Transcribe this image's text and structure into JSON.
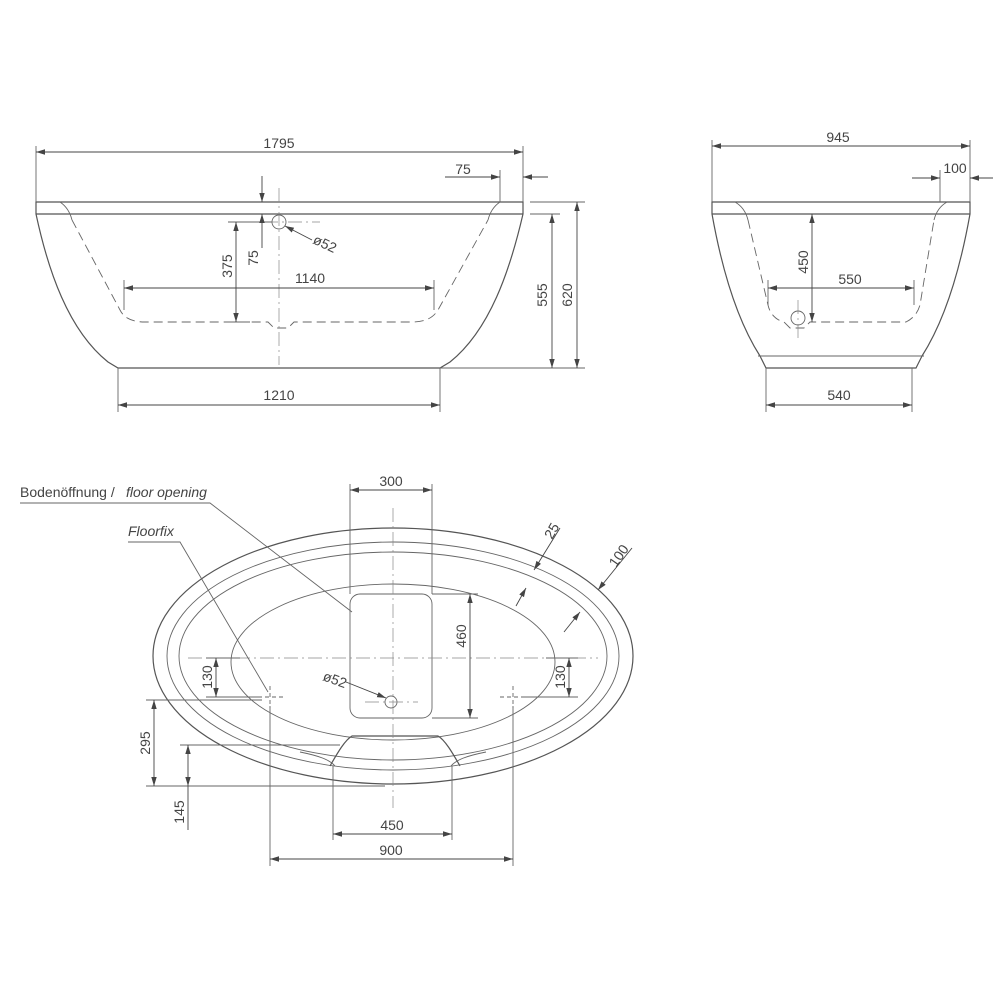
{
  "side_view": {
    "length_total": "1795",
    "rim_offset": "75",
    "drain_diameter": "ø52",
    "drain_height": "375",
    "drain_offset": "75",
    "inner_length": "1140",
    "inner_height": "555",
    "total_height": "620",
    "base_length": "1210"
  },
  "front_view": {
    "width_total": "945",
    "rim_offset": "100",
    "inner_depth": "450",
    "inner_width": "550",
    "base_width": "540"
  },
  "top_view": {
    "floor_opening_label_de": "Bodenöffnung /",
    "floor_opening_label_en": "floor opening",
    "floorfix_label": "Floorfix",
    "opening_width": "300",
    "opening_length": "460",
    "rim_width_small": "25",
    "rim_width_large": "100",
    "drain_diameter": "ø52",
    "floorfix_offset_left": "130",
    "floorfix_offset_right": "130",
    "offset_295": "295",
    "offset_145": "145",
    "floorfix_spacing_inner": "450",
    "floorfix_spacing_outer": "900"
  }
}
